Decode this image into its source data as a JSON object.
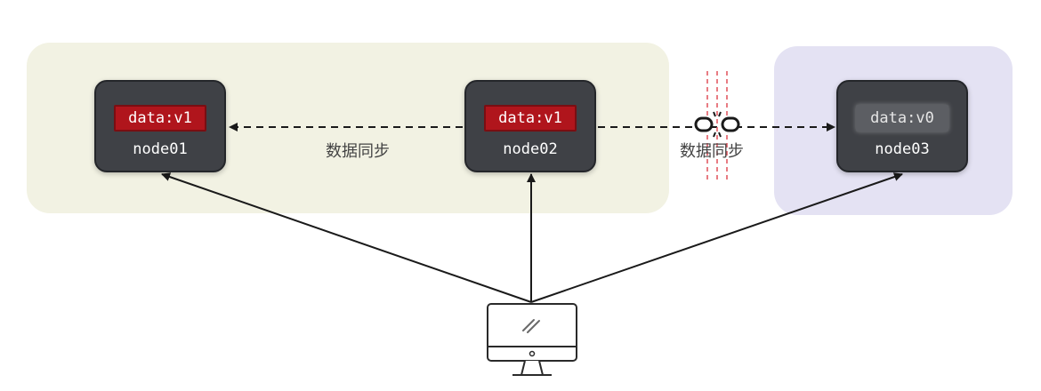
{
  "nodes": [
    {
      "id": "node01",
      "name": "node01",
      "data": "data:v1",
      "state": "synced"
    },
    {
      "id": "node02",
      "name": "node02",
      "data": "data:v1",
      "state": "synced"
    },
    {
      "id": "node03",
      "name": "node03",
      "data": "data:v0",
      "state": "stale"
    }
  ],
  "sync_links": [
    {
      "from": "node02",
      "to": "node01",
      "label": "数据同步",
      "broken": false
    },
    {
      "from": "node02",
      "to": "node03",
      "label": "数据同步",
      "broken": true
    }
  ],
  "client": {
    "icon": "desktop-computer-icon"
  },
  "colors": {
    "zone_left": "#f2f2e3",
    "zone_right": "#e4e2f3",
    "node_bg": "#3f4146",
    "data_synced": "#b0151c",
    "data_stale": "#5c5e63",
    "partition_lines": "#e0505a"
  }
}
